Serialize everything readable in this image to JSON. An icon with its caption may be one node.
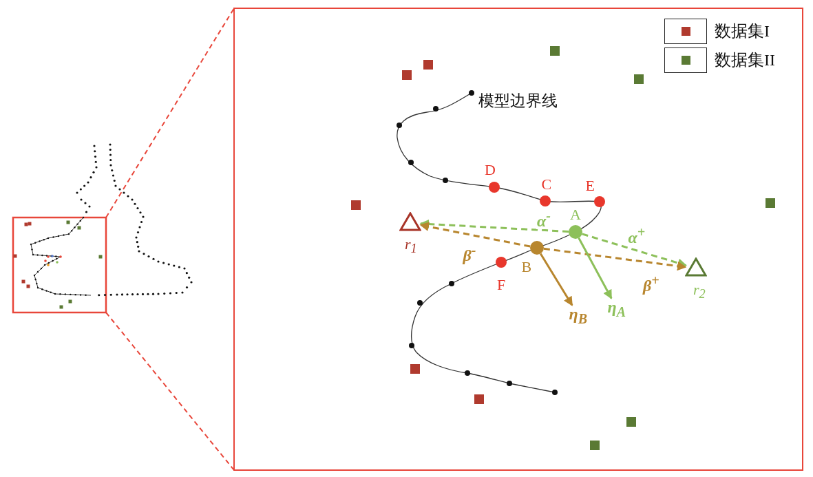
{
  "diagram": {
    "nodes": [
      {
        "text": [],
        "shape": "circle",
        "beside": [
          "D"
        ]
      },
      {
        "text": [],
        "shape": "circle",
        "beside": [
          "C"
        ]
      },
      {
        "text": [],
        "shape": "circle",
        "beside": [
          "E"
        ]
      },
      {
        "text": [],
        "shape": "triangle",
        "beside": [
          "r$_{1}$"
        ]
      },
      {
        "text": [],
        "shape": "circle",
        "beside": [
          "A"
        ]
      },
      {
        "text": [],
        "shape": "circle",
        "beside": [
          "B"
        ]
      },
      {
        "text": [],
        "shape": "triangle",
        "beside": [
          "r$_{2}$"
        ]
      },
      {
        "text": [],
        "shape": "circle",
        "beside": [
          "F"
        ]
      },
      {
        "text": [
          "η$_{A}$"
        ]
      },
      {
        "text": [
          "η$_{B}$"
        ]
      }
    ],
    "edges": [
      {
        "from": 4,
        "to": 3,
        "arrow": "to",
        "label": "α$^{-}$",
        "style": "dashed",
        "color": "#8dc05a"
      },
      {
        "from": 4,
        "to": 6,
        "arrow": "to",
        "label": "α$^{+}$",
        "style": "dashed",
        "color": "#8dc05a"
      },
      {
        "from": 5,
        "to": 3,
        "arrow": "to",
        "label": "β$^{-}$",
        "style": "dashed",
        "color": "#b8862e"
      },
      {
        "from": 5,
        "to": 6,
        "arrow": "to",
        "label": "β$^{+}$",
        "style": "dashed",
        "color": "#b8862e"
      },
      {
        "from": 4,
        "to": 8,
        "arrow": "to",
        "color": "#8dc05a"
      },
      {
        "from": 5,
        "to": 9,
        "arrow": "to",
        "color": "#b8862e"
      }
    ],
    "labels": [
      "模型边界线"
    ],
    "legend": [
      {
        "text": "数据集I",
        "color": "#b03a2e"
      },
      {
        "text": "数据集II",
        "color": "#5a7a34"
      }
    ]
  }
}
